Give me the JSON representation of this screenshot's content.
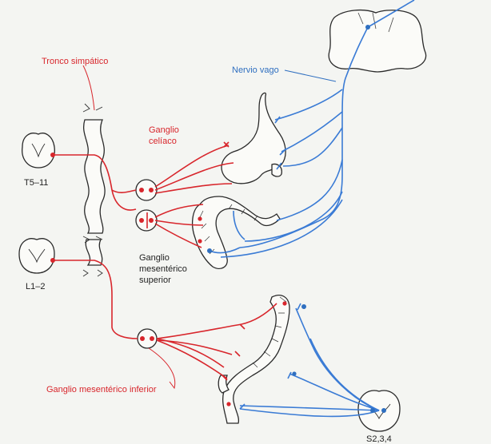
{
  "labels": {
    "tronco_simpatico": "Tronco simpático",
    "ganglio_celiaco_1": "Ganglio",
    "ganglio_celiaco_2": "celíaco",
    "nervio_vago": "Nervio vago",
    "t5_11": "T5–11",
    "l1_2": "L1–2",
    "ganglio_mes_sup_1": "Ganglio",
    "ganglio_mes_sup_2": "mesentérico",
    "ganglio_mes_sup_3": "superior",
    "ganglio_mes_inf": "Ganglio mesentérico inferior",
    "s234": "S2,3,4"
  },
  "colors": {
    "sympathetic": "#d8262c",
    "parasympathetic": "#3a7bd5",
    "outline": "#2a2a2a"
  }
}
